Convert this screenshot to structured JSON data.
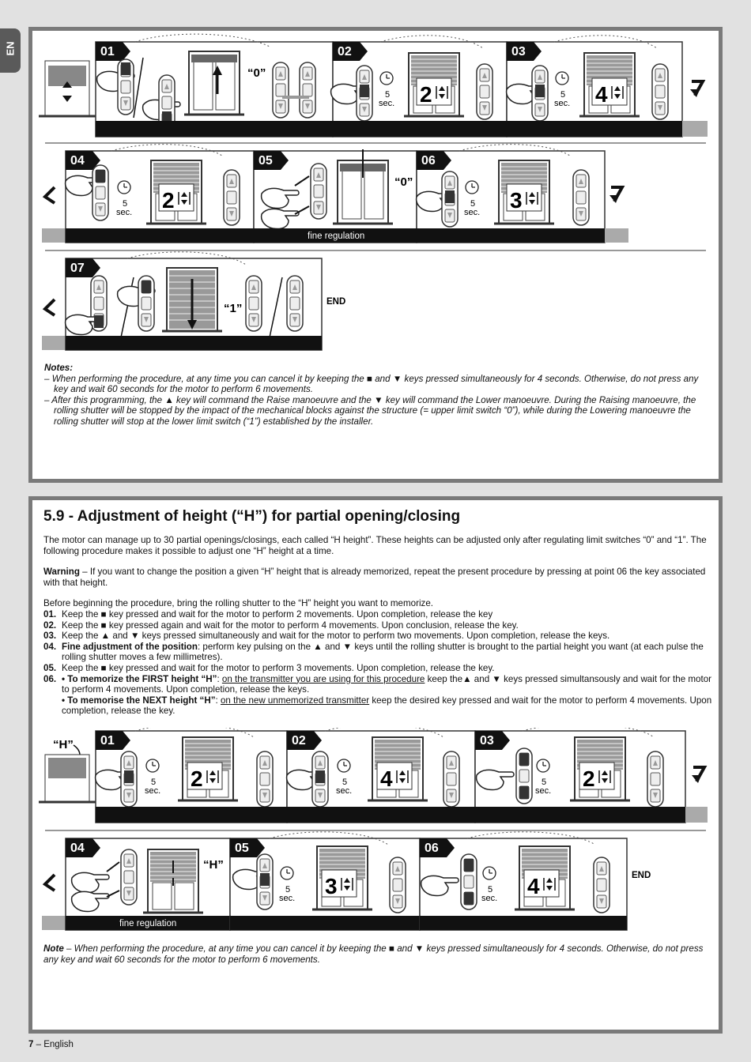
{
  "tab": "EN",
  "section1": {
    "steps": [
      "01",
      "02",
      "03",
      "04",
      "05",
      "06",
      "07"
    ],
    "labels": {
      "zero": "“0”",
      "one": "“1”",
      "h": "“H”",
      "sec_num": "5",
      "sec_unit": "sec.",
      "fine": "fine regulation",
      "end": "END",
      "n2": "2",
      "n3": "3",
      "n4": "4"
    },
    "notes_title": "Notes:",
    "note_dash": "–",
    "note1_a": "When performing the procedure, at any time you can cancel it by keeping the",
    "note1_b": "and",
    "note1_c": "keys pressed simultaneously for 4 seconds. Otherwise, do not press any key and wait 60 seconds for the motor to perform 6 movements.",
    "note2_a": "After this programming, the",
    "note2_b": "key will command the Raise manoeuvre and the",
    "note2_c": "key will command the Lower manoeuvre. During the Raising manoeuvre, the rolling shutter will be stopped by the impact of the mechanical blocks against the structure (= upper limit switch “0”), while during the Lowering manoeuvre the rolling shutter will stop at the lower limit switch (“1”) established by the installer."
  },
  "section2": {
    "title": "5.9 - Adjustment of height (“H”) for partial opening/closing",
    "intro": "The motor can manage up to 30 partial openings/closings, each called “H height”. These heights can be adjusted only after regulating limit switches “0” and “1”. The following procedure makes it possible to adjust one “H” height at a time.",
    "warning_label": "Warning",
    "warning_text": " – If you want to change the position a given “H” height that is already memorized, repeat the present procedure by pressing at point 06 the key associated with that height.",
    "before": "Before beginning the procedure, bring the rolling shutter to the “H” height you want to memorize.",
    "s01_n": "01.",
    "s01_a": "Keep the",
    "s01_b": "key pressed and wait for the motor to perform 2 movements. Upon completion, release the key",
    "s02_n": "02.",
    "s02_a": "Keep the",
    "s02_b": "key pressed again and wait for the motor to perform 4 movements. Upon conclusion, release the key.",
    "s03_n": "03.",
    "s03_a": "Keep the",
    "s03_b": "and",
    "s03_c": "keys pressed simultaneously and wait for the motor to perform two movements. Upon completion, release the keys.",
    "s04_n": "04.",
    "s04_bold": "Fine adjustment of the position",
    "s04_a": ": perform key pulsing on the",
    "s04_b": "and",
    "s04_c": "keys until the rolling shutter is brought to the partial height you want (at each pulse the rolling shutter moves a few millimetres).",
    "s05_n": "05.",
    "s05_a": "Keep the",
    "s05_b": "key pressed and wait for the motor to perform 3 movements. Upon completion, release the key.",
    "s06_n": "06.",
    "s06_bold1": "• To memorize the FIRST height “H”",
    "s06_colon": ": ",
    "s06_u1": "on the transmitter you are using for this procedure",
    "s06_a": " keep the",
    "s06_b": "and",
    "s06_c": "keys pressed simultansously and wait for the motor to perform 4 movements. Upon completion, release the keys.",
    "s06_bold2": "• To memorise the NEXT height “H”",
    "s06_u2": "on the new unmemorized transmitter",
    "s06_d": " keep the desired key pressed and wait for the motor to perform 4 movements. Upon completion, release the key.",
    "note_label": "Note",
    "note_a": " – When performing the procedure, at any time you can cancel it by keeping the",
    "note_b": "and",
    "note_c": "keys pressed simultaneously for 4 seconds. Otherwise, do not press any key and wait 60 seconds for the motor to perform 6 movements."
  },
  "footer": {
    "page": "7",
    "lang": " – English"
  },
  "glyphs": {
    "square": "■",
    "up": "▲",
    "down": "▼"
  }
}
